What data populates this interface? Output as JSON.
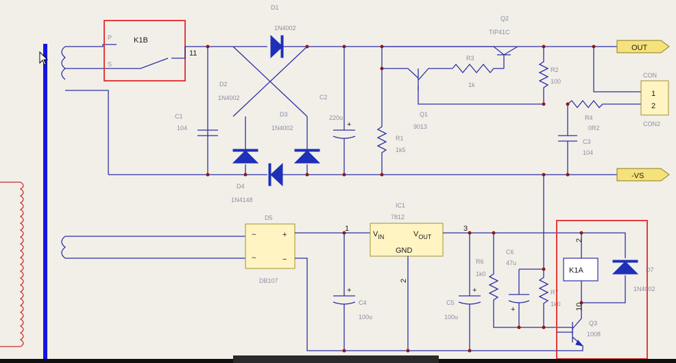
{
  "labels": {
    "relay_b": "K1B",
    "relay_a": "K1A",
    "pin_11": "11",
    "out_port": "OUT",
    "neg_port": "-VS",
    "conn_pin1": "1",
    "conn_pin2": "2",
    "reg_vin": "V",
    "reg_vin_sub": "IN",
    "reg_vout": "V",
    "reg_vout_sub": "OUT",
    "reg_gnd": "GND",
    "reg_pin1": "1",
    "reg_pin2": "2",
    "reg_pin3": "3",
    "relay_pin2": "2",
    "relay_pin10": "10",
    "bridge_plus": "+",
    "bridge_minus": "−",
    "bridge_ac": "~"
  },
  "colors": {
    "wire": "#2b2fa5",
    "coil": "#c62a2a",
    "component_fill": "#fff4c2",
    "highlight": "#e33a3a",
    "junction": "#8b1a1a",
    "port_fill": "#f5e27a",
    "diode": "#1e2fb8"
  }
}
